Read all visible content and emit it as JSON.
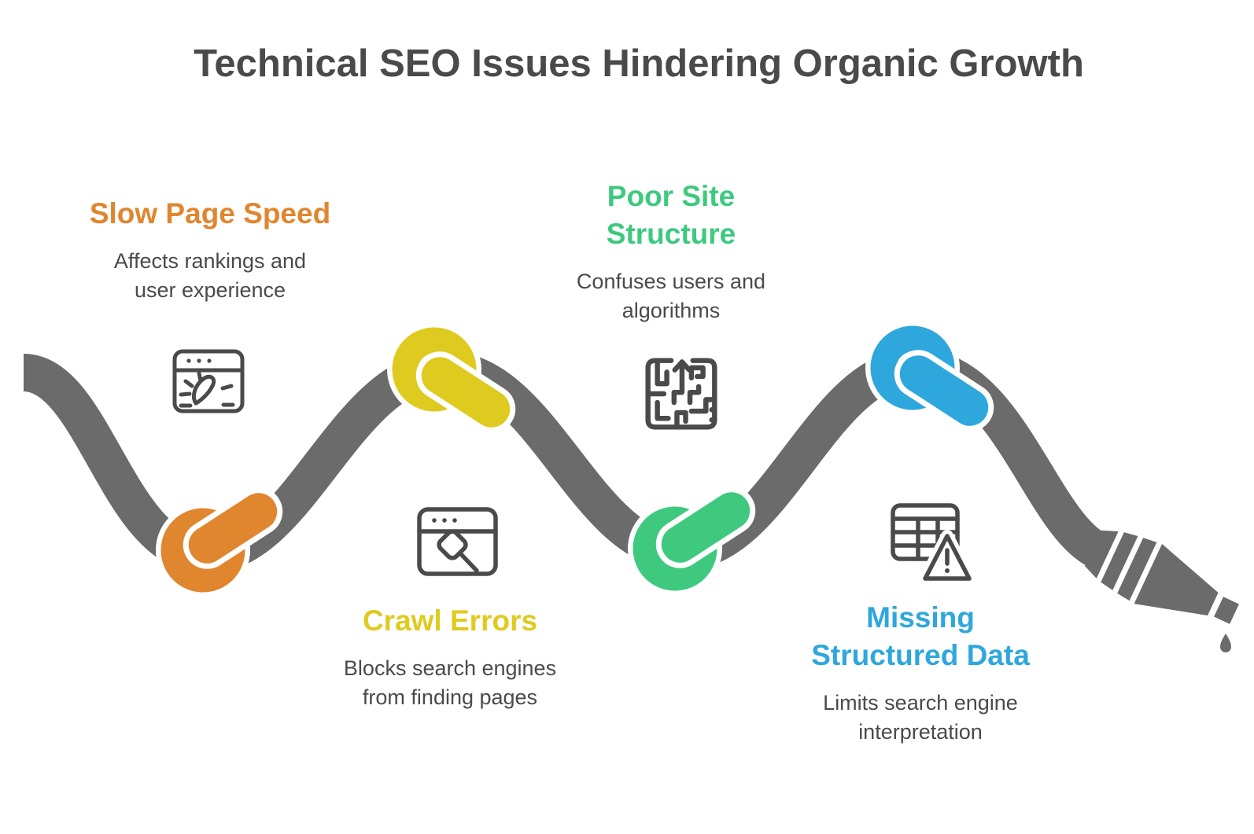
{
  "title": "Technical SEO Issues Hindering Organic Growth",
  "colors": {
    "accent_orange": "#E0862F",
    "accent_yellow": "#DFCB1F",
    "accent_green": "#3EC97F",
    "accent_blue": "#2EA7DC",
    "rope": "#6B6B6B",
    "icon": "#4A4A4A",
    "text": "#4A4A4B",
    "background": "#FFFFFF"
  },
  "issues": [
    {
      "id": "slow-page-speed",
      "label": "Slow Page Speed",
      "description": "Affects rankings and\nuser experience",
      "color": "#E0862F",
      "knot_color_name": "orange",
      "icon": "speedometer-browser-icon"
    },
    {
      "id": "crawl-errors",
      "label": "Crawl Errors",
      "description": "Blocks search engines\nfrom finding pages",
      "color": "#DFCB1F",
      "knot_color_name": "yellow",
      "icon": "search-browser-icon"
    },
    {
      "id": "poor-site-structure",
      "label": "Poor Site\nStructure",
      "description": "Confuses users and\nalgorithms",
      "color": "#3EC97F",
      "knot_color_name": "green",
      "icon": "maze-arrow-icon"
    },
    {
      "id": "missing-structured-data",
      "label": "Missing\nStructured Data",
      "description": "Limits search engine\ninterpretation",
      "color": "#2EA7DC",
      "knot_color_name": "blue",
      "icon": "table-warning-icon"
    }
  ]
}
